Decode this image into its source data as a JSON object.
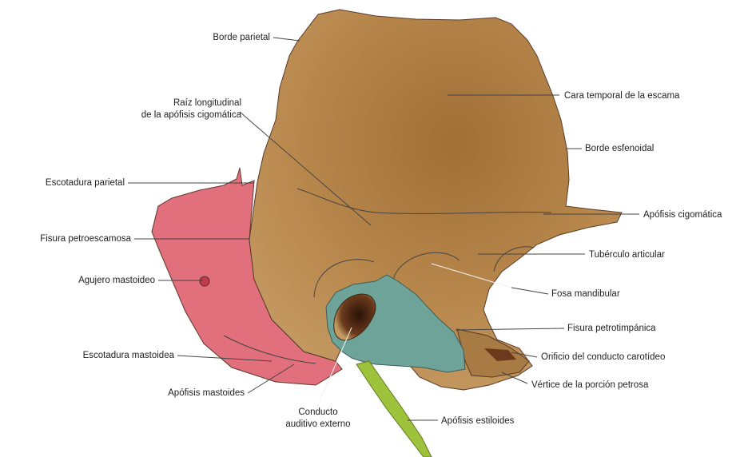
{
  "colors": {
    "squama": "#b8874c",
    "squama_dark": "#a06f36",
    "mastoid": "#e16f7c",
    "tympanic": "#6ea39a",
    "styloid": "#9fc23c",
    "canal": "#4a2412",
    "background": "#ffffff"
  },
  "labels": {
    "borde_parietal": "Borde parietal",
    "raiz_line1": "Raíz longitudinal",
    "raiz_line2": "de la apófisis cigomática",
    "cara_temporal": "Cara temporal de la escama",
    "borde_esfenoidal": "Borde esfenoidal",
    "escotadura_parietal": "Escotadura parietal",
    "apofisis_cigomatica": "Apófisis cigomática",
    "fisura_petroescamosa": "Fisura petroescamosa",
    "tuberculo_articular": "Tubérculo articular",
    "agujero_mastoideo": "Agujero mastoideo",
    "fosa_mandibular": "Fosa mandibular",
    "fisura_petrotimpanica": "Fisura petrotimpánica",
    "escotadura_mastoidea": "Escotadura mastoidea",
    "orificio_carotideo": "Orificio del conducto carotídeo",
    "vertice_petrosa": "Vértice de la porción petrosa",
    "apofisis_mastoides": "Apófisis mastoides",
    "conducto_line1": "Conducto",
    "conducto_line2": "auditivo externo",
    "apofisis_estiloides": "Apófisis estiloides"
  }
}
